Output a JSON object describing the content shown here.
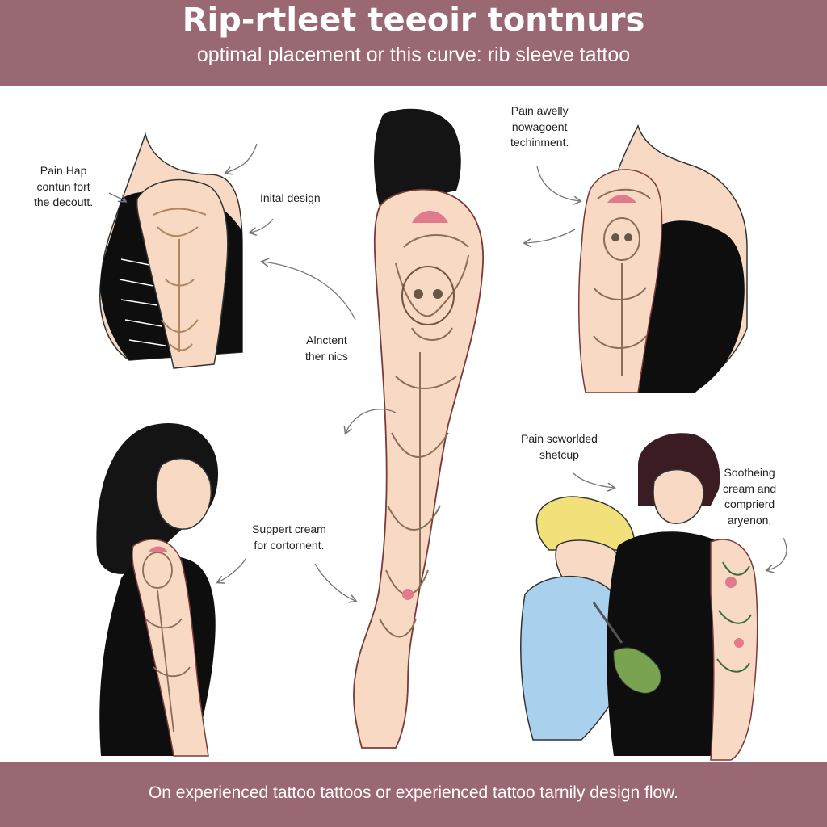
{
  "header": {
    "title": "Rip-rtleet teeoir tontnurs",
    "subtitle": "optimal placement or this curve: rib sleeve tattoo"
  },
  "labels": {
    "pain_map": [
      "Pain Hap",
      "contun fort",
      "the decoutt."
    ],
    "initial_design": "Inital design",
    "pain_aweily": [
      "Pain awelly",
      "nowagoent",
      "techinment."
    ],
    "ancient": [
      "Alnctent",
      "ther nics"
    ],
    "pain_scworlded": [
      "Pain scworlded",
      "shetcup"
    ],
    "support_cream": [
      "Suppert cream",
      "for cortornent."
    ],
    "soothing": [
      "Sootheing",
      "cream and",
      "comprierd",
      "aryenon."
    ]
  },
  "footer": {
    "text": "On experienced tattoo tattoos or experienced tattoo tarnily design flow."
  },
  "colors": {
    "banner": "#9a6873",
    "skin": "#f7d9c4",
    "ink": "#8a6e58",
    "black_top": "#0e0e0e",
    "hair": "#141414",
    "shirt": "#a9d0ec",
    "beanie": "#f2e07a",
    "accent_pink": "#e07a8c"
  }
}
